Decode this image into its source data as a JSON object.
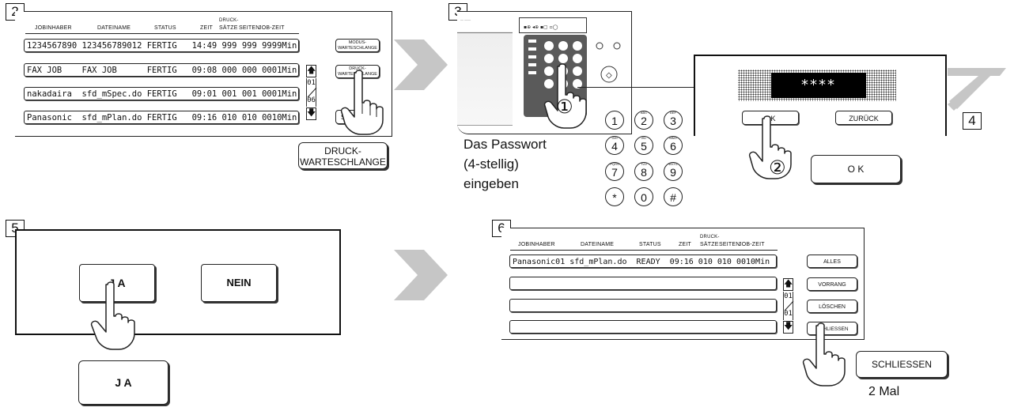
{
  "steps": {
    "s2": "2",
    "s3": "3",
    "s4": "4",
    "s5": "5",
    "s6": "6"
  },
  "queue1": {
    "headers": {
      "owner": "JOBINHABER",
      "file": "DATEINAME",
      "status": "STATUS",
      "time": "ZEIT",
      "print_sets_top": "DRUCK-",
      "print_sets_bottom": "SÄTZE",
      "pages": "SEITEN",
      "job_time": "JOB-ZEIT"
    },
    "rows": [
      "1234567890 123456789012 FERTIG   14:49 999 999 9999Min",
      "FAX JOB    FAX JOB      FERTIG   09:08 000 000 0001Min",
      "nakadaira  sfd_mSpec.do FERTIG   09:01 001 001 0001Min",
      "Panasonic  sfd_mPlan.do FERTIG   09:16 010 010 0010Min"
    ],
    "page_current": "01",
    "page_total": "06",
    "btn_mode_top": "MODUS-",
    "btn_mode_bottom": "WARTESCHLANGE",
    "btn_print_top": "DRUCK-",
    "btn_print_bottom": "WARTESCHLANGE",
    "btn_partial": "SC",
    "big_btn_top": "DRUCK-",
    "big_btn_bottom": "WARTESCHLANGE"
  },
  "step3": {
    "instruction_1": "Das Passwort",
    "instruction_2": "(4-stellig)",
    "instruction_3": "eingeben",
    "callout": "①",
    "keys": [
      "1",
      "2",
      "3",
      "4",
      "5",
      "6",
      "7",
      "8",
      "9",
      "*",
      "0",
      "#"
    ],
    "key_subs": [
      "",
      "ABC",
      "DEF",
      "GHI",
      "JKL",
      "MNO",
      "PQRS",
      "TUV",
      "WXYZ",
      "",
      "",
      ""
    ]
  },
  "step4": {
    "password": "****",
    "ok_label": "OK",
    "back_label": "ZURÜCK",
    "callout": "②",
    "big_ok": "O K"
  },
  "step5": {
    "yes_label": "J A",
    "no_label": "NEIN",
    "big_yes": "J A"
  },
  "queue2": {
    "headers": {
      "owner": "JOBINHABER",
      "file": "DATEINAME",
      "status": "STATUS",
      "time": "ZEIT",
      "print_sets_top": "DRUCK-",
      "print_sets_bottom": "SÄTZE",
      "pages": "SEITEN",
      "job_time": "JOB-ZEIT"
    },
    "row1": "Panasonic01 sfd_mPlan.do  READY  09:16 010 010 0010Min",
    "page_current": "01",
    "page_total": "01",
    "btn_all": "ALLES",
    "btn_priority": "VORRANG",
    "btn_delete": "LÖSCHEN",
    "btn_close": "SCHLIESSEN",
    "big_close": "SCHLIESSEN",
    "times_note": "2 Mal"
  }
}
